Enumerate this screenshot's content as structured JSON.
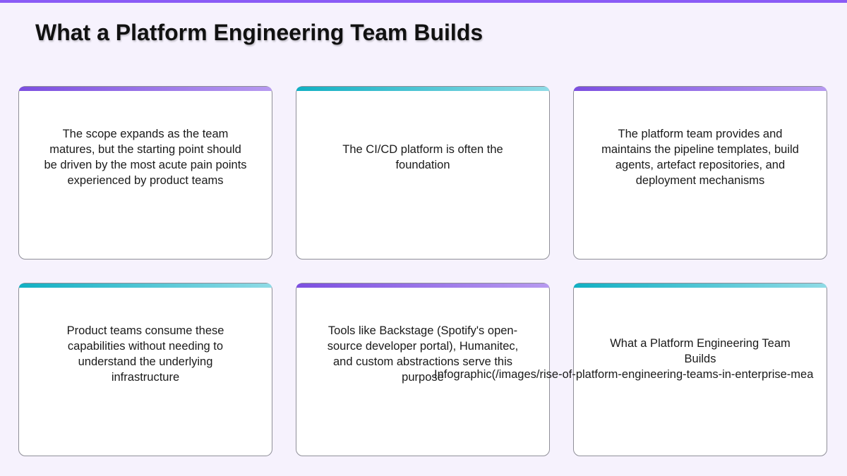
{
  "slide": {
    "title": "What a Platform Engineering Team Builds",
    "accent_color": "#8b5cf6",
    "cards": [
      {
        "text": "The scope expands as the team matures, but the starting point should be driven by the most acute pain points experienced by product teams",
        "accent": "purple"
      },
      {
        "text": "The CI/CD platform is often the foundation",
        "accent": "teal"
      },
      {
        "text": "The platform team provides and maintains the pipeline templates, build agents, artefact repositories, and deployment mechanisms",
        "accent": "purple"
      },
      {
        "text": "Product teams consume these capabilities without needing to understand the underlying infrastructure",
        "accent": "teal"
      },
      {
        "text": "Tools like Backstage (Spotify's open-source developer portal), Humanitec, and custom abstractions serve this purpose",
        "accent": "purple"
      },
      {
        "text": "What a Platform Engineering Team Builds",
        "overflow_text": "Infographic(/images/rise-of-platform-engineering-teams-in-enterprise-mea",
        "accent": "teal"
      }
    ]
  }
}
